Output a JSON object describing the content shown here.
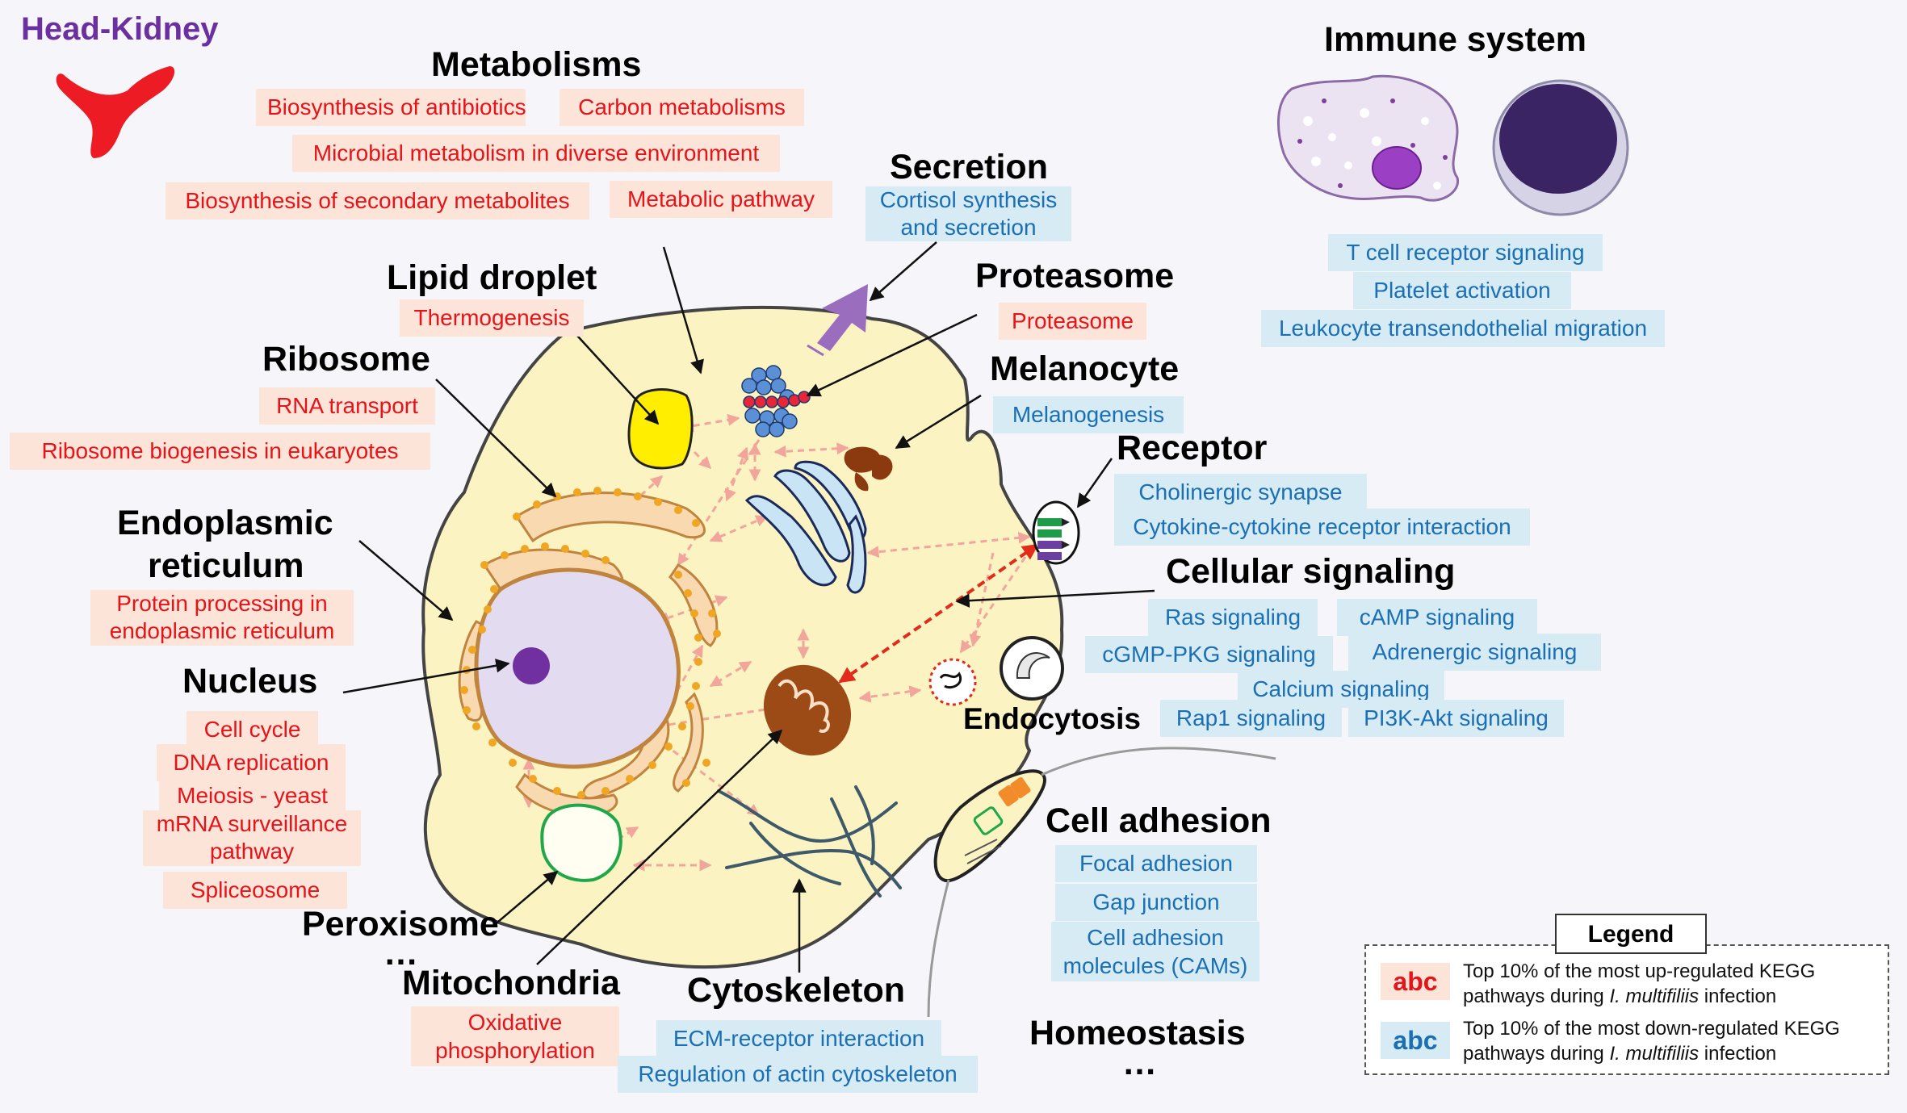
{
  "corner_label": "Head-Kidney",
  "titles": {
    "metabolisms": "Metabolisms",
    "secretion": "Secretion",
    "immune": "Immune system",
    "lipid": "Lipid droplet",
    "proteasome": "Proteasome",
    "ribosome": "Ribosome",
    "melanocyte": "Melanocyte",
    "receptor": "Receptor",
    "er_line1": "Endoplasmic",
    "er_line2": "reticulum",
    "signaling": "Cellular signaling",
    "nucleus": "Nucleus",
    "endocytosis": "Endocytosis",
    "adhesion": "Cell adhesion",
    "peroxisome": "Peroxisome",
    "mitochondria": "Mitochondria",
    "cytoskeleton": "Cytoskeleton",
    "homeostasis": "Homeostasis",
    "ellipsis": "…"
  },
  "pathways": {
    "antibiotics": "Biosynthesis of antibiotics",
    "carbon": "Carbon metabolisms",
    "microbial": "Microbial metabolism in diverse environment",
    "secondary": "Biosynthesis of secondary metabolites",
    "metabolic": "Metabolic pathway",
    "cortisol_1": "Cortisol synthesis",
    "cortisol_2": "and secretion",
    "tcell": "T cell receptor signaling",
    "platelet": "Platelet activation",
    "leukocyte": "Leukocyte transendothelial migration",
    "thermogenesis": "Thermogenesis",
    "proteasome": "Proteasome",
    "rna_transport": "RNA transport",
    "melanogenesis": "Melanogenesis",
    "ribosome_biogenesis": "Ribosome biogenesis in eukaryotes",
    "cholinergic": "Cholinergic synapse",
    "cytokine": "Cytokine-cytokine receptor interaction",
    "protein_proc_1": "Protein processing in",
    "protein_proc_2": "endoplasmic reticulum",
    "ras": "Ras signaling",
    "camp": "cAMP signaling",
    "cgmp": "cGMP-PKG signaling",
    "adrenergic": "Adrenergic signaling",
    "calcium": "Calcium signaling",
    "rap1": "Rap1 signaling",
    "pi3k": "PI3K-Akt signaling",
    "cell_cycle": "Cell cycle",
    "dna_rep": "DNA replication",
    "meiosis": "Meiosis - yeast",
    "mrna_1": "mRNA surveillance",
    "mrna_2": "pathway",
    "spliceosome": "Spliceosome",
    "focal": "Focal adhesion",
    "gap": "Gap junction",
    "cams_1": "Cell adhesion",
    "cams_2": "molecules (CAMs)",
    "oxphos_1": "Oxidative",
    "oxphos_2": "phosphorylation",
    "ecm": "ECM-receptor interaction",
    "actin": "Regulation of actin cytoskeleton"
  },
  "legend": {
    "title": "Legend",
    "swatch": "abc",
    "up_1": "Top 10% of the most up-regulated KEGG",
    "up_2_pre": "pathways during",
    "up_2_species": "I. multifiliis",
    "up_2_post": "infection",
    "down_1": "Top 10% of the most down-regulated KEGG",
    "down_2_pre": "pathways during",
    "down_2_species": "I. multifiliis",
    "down_2_post": "infection"
  },
  "colors": {
    "up_text": "#e5141b",
    "up_bg": "#fde4d8",
    "down_text": "#1a6fb5",
    "down_bg": "#d6ebf3",
    "corner": "#6b2fa0"
  }
}
